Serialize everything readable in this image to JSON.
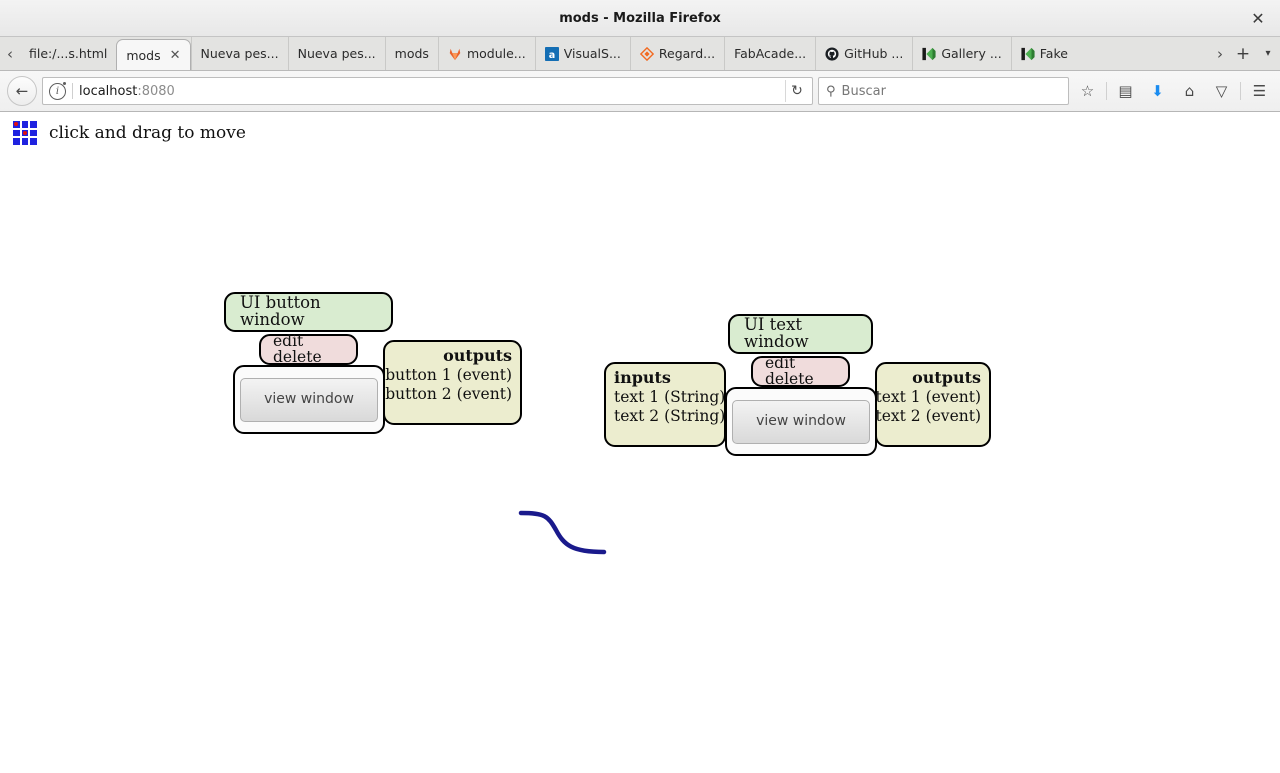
{
  "window": {
    "title": "mods - Mozilla Firefox",
    "close_label": "✕"
  },
  "tabbar": {
    "scroll_left": "‹",
    "scroll_right": "›",
    "new_tab": "+",
    "list_all_tabs": "▾",
    "tabs": [
      {
        "label": "file:/...s.html",
        "favicon": "none",
        "active": false,
        "closable": false
      },
      {
        "label": "mods",
        "favicon": "none",
        "active": true,
        "closable": true,
        "close_label": "✕"
      },
      {
        "label": "Nueva pes...",
        "favicon": "none",
        "active": false,
        "closable": false
      },
      {
        "label": "Nueva pes...",
        "favicon": "none",
        "active": false,
        "closable": false
      },
      {
        "label": "mods",
        "favicon": "none",
        "active": false,
        "closable": false
      },
      {
        "label": "module...",
        "favicon": "gitlab-fox-icon",
        "active": false,
        "closable": false
      },
      {
        "label": "VisualS...",
        "favicon": "amazon-a-icon",
        "active": false,
        "closable": false
      },
      {
        "label": "Regard...",
        "favicon": "orange-diamond-icon",
        "active": false,
        "closable": false
      },
      {
        "label": "FabAcade...",
        "favicon": "none",
        "active": false,
        "closable": false
      },
      {
        "label": "GitHub ...",
        "favicon": "github-cat-icon",
        "active": false,
        "closable": false
      },
      {
        "label": "Gallery ...",
        "favicon": "kicad-icon",
        "active": false,
        "closable": false
      },
      {
        "label": "Fake",
        "favicon": "kicad-icon",
        "active": false,
        "closable": false
      }
    ]
  },
  "navbar": {
    "back_label": "←",
    "identity_icon_label": "i",
    "url_host": "localhost",
    "url_port": ":8080",
    "reload_label": "↻",
    "search_placeholder": "Buscar",
    "search_icon_label": "⚲",
    "buttons": [
      {
        "name": "bookmark-star-button",
        "label": "☆"
      },
      {
        "name": "reader-list-button",
        "label": "▤"
      },
      {
        "name": "downloads-button",
        "label": "⬇"
      },
      {
        "name": "home-button",
        "label": "⌂"
      },
      {
        "name": "pocket-button",
        "label": "▽"
      },
      {
        "name": "hamburger-menu-button",
        "label": "☰"
      }
    ]
  },
  "page": {
    "header_label": "click and drag to move",
    "grid_icon_name": "drag-grid-icon",
    "modules": [
      {
        "id": "ui-button-window",
        "name": "UI button window",
        "commands": "edit delete",
        "view_button": "view window",
        "inputs": null,
        "outputs": {
          "title": "outputs",
          "rows": [
            "button 1 (event)",
            "button 2 (event)"
          ]
        }
      },
      {
        "id": "ui-text-window",
        "name": "UI text window",
        "commands": "edit delete",
        "view_button": "view window",
        "inputs": {
          "title": "inputs",
          "rows": [
            "text 1 (String)",
            "text 2 (String)"
          ]
        },
        "outputs": {
          "title": "outputs",
          "rows": [
            "text 1 (event)",
            "text 2 (event)"
          ]
        }
      }
    ],
    "connection": {
      "from_module": "ui-button-window",
      "from_port": "outputs",
      "to_module": "ui-text-window",
      "to_port": "inputs",
      "color": "#1a1a8c"
    },
    "colors": {
      "module_name_bg": "#d9ecd0",
      "module_commands_bg": "#f0dcdc",
      "module_io_bg": "#ecedcf",
      "module_view_bg": "#fbfbfb",
      "module_border": "#000000",
      "wire": "#1a1a8c",
      "grid_icon_square": "#1f22e0",
      "grid_icon_dot": "#e01010"
    }
  }
}
